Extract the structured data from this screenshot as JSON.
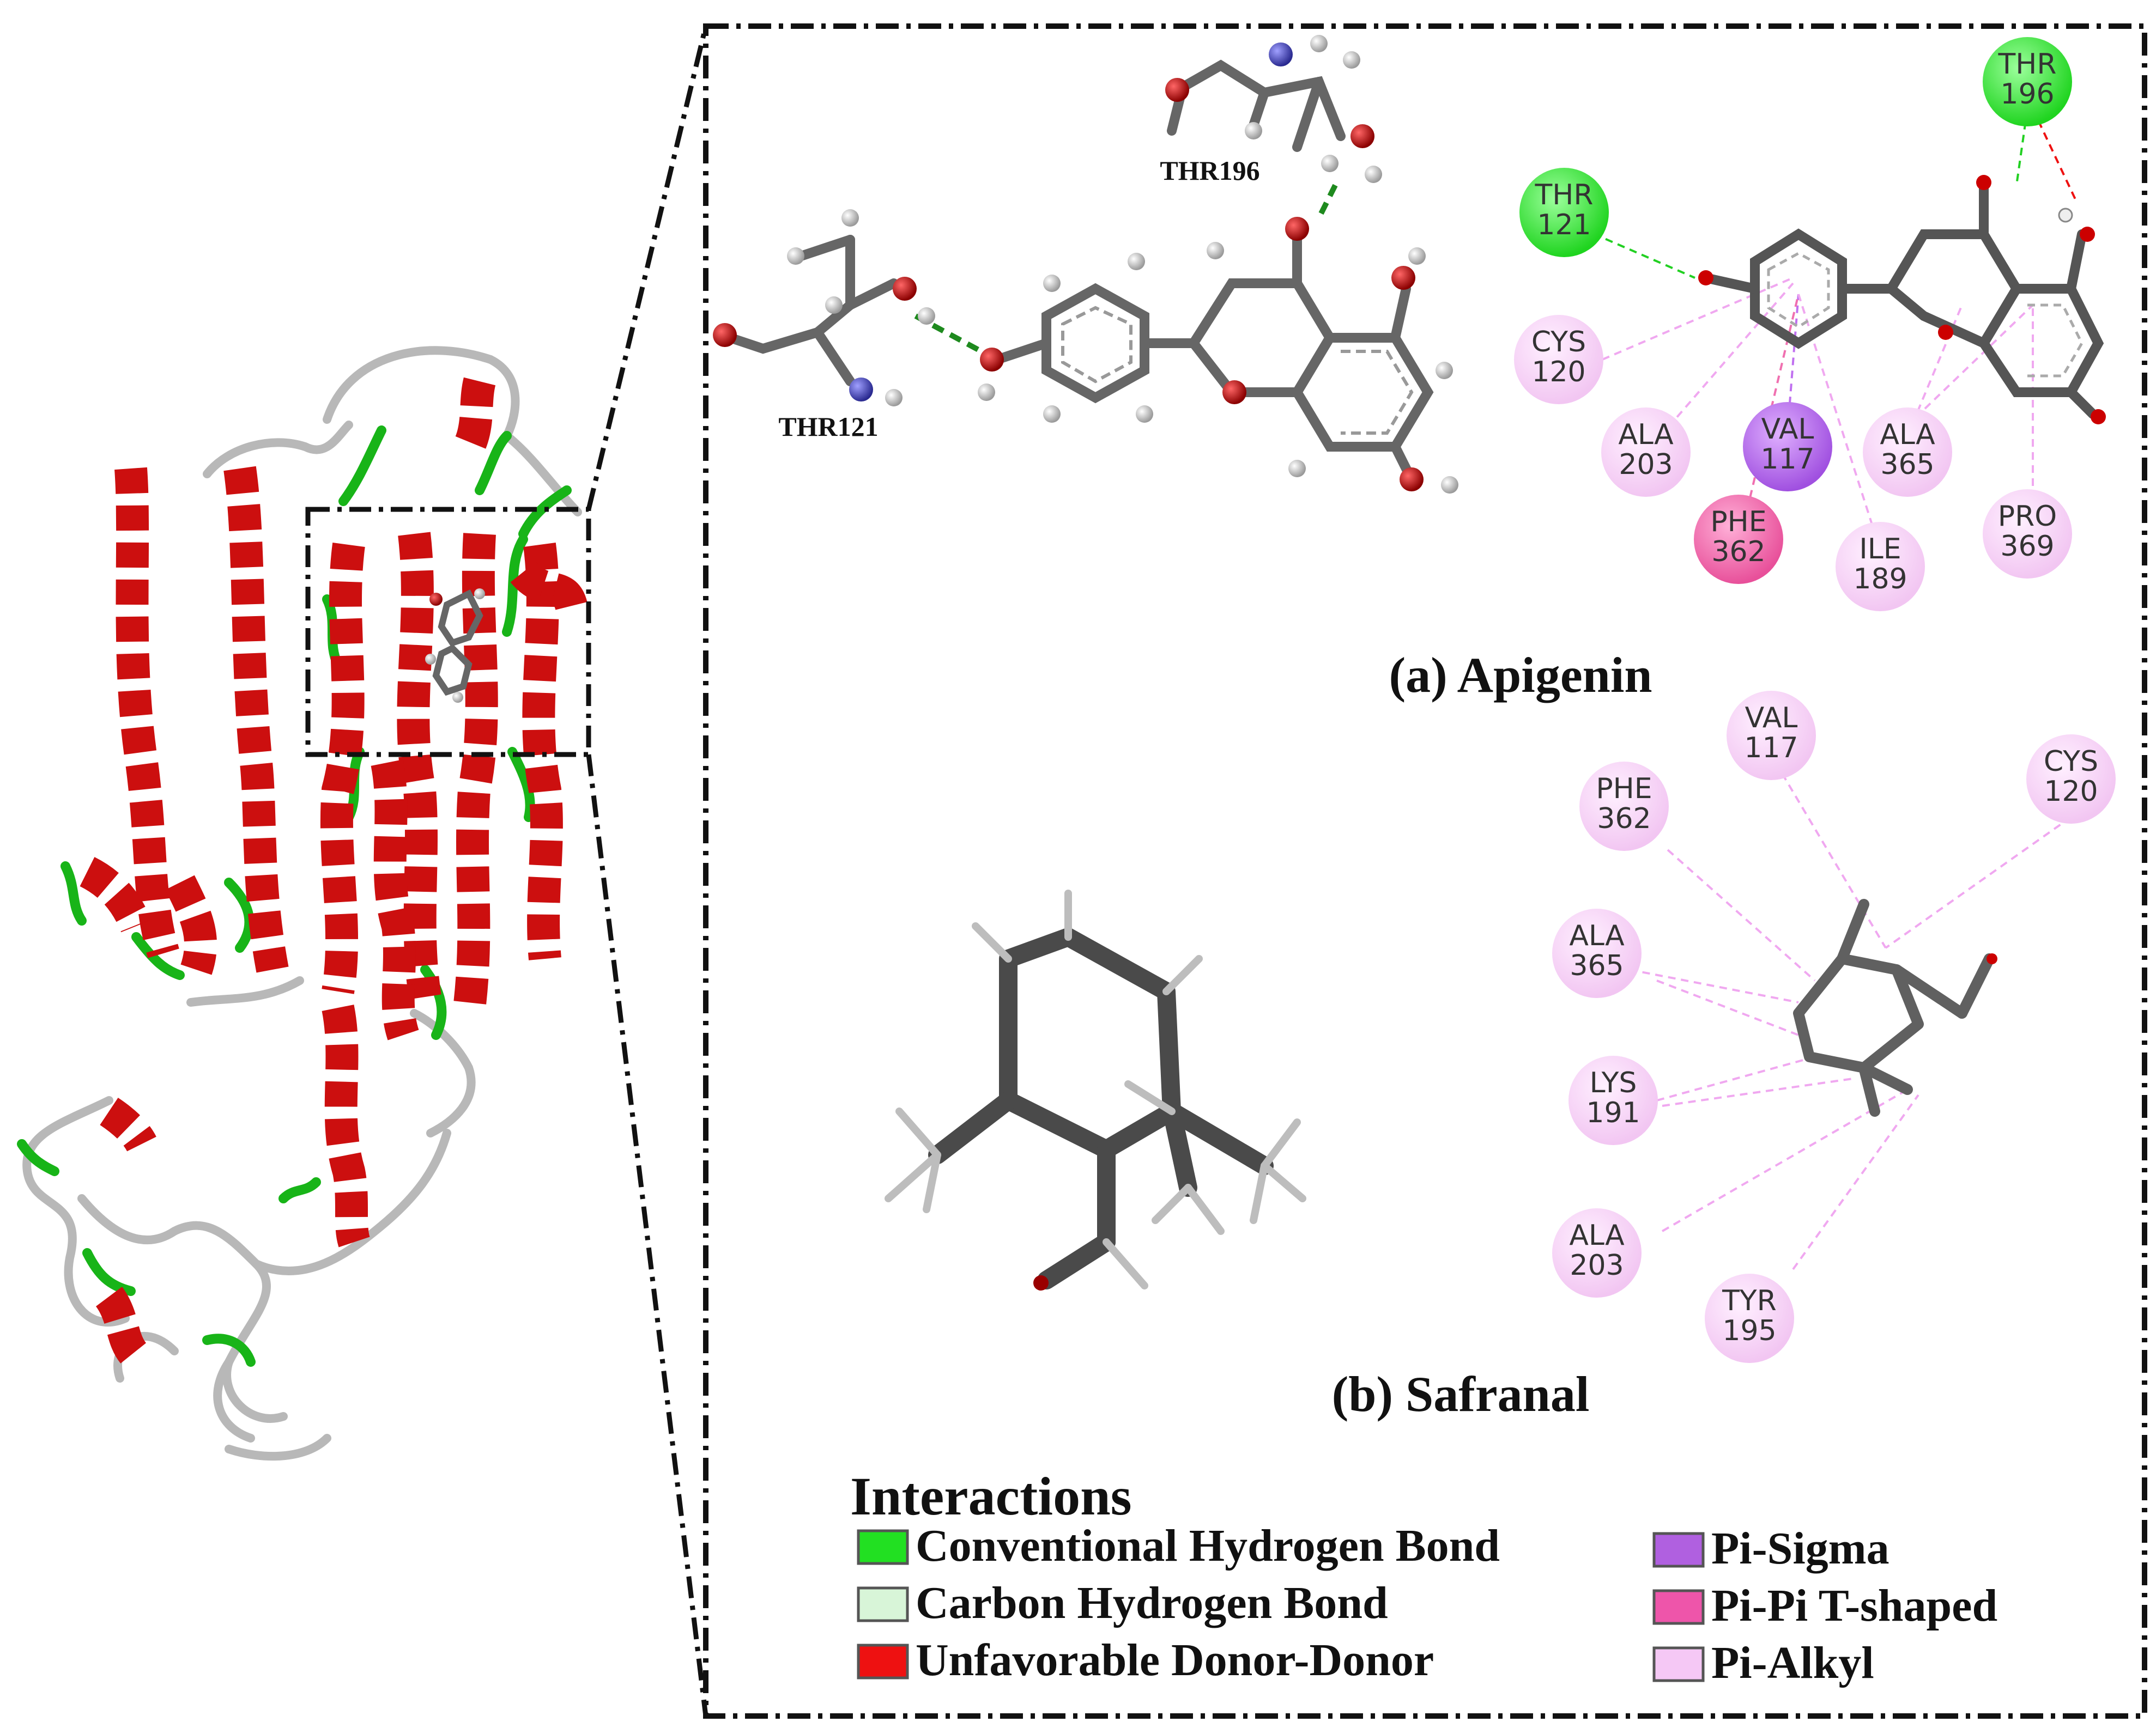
{
  "panels": {
    "a_title": "(a) Apigenin",
    "b_title": "(b) Safranal"
  },
  "labels_3d": {
    "thr196": "THR196",
    "thr121": "THR121"
  },
  "apigenin_residues": [
    {
      "name": "THR",
      "num": "196",
      "type": "conventional-hbond"
    },
    {
      "name": "THR",
      "num": "121",
      "type": "conventional-hbond"
    },
    {
      "name": "CYS",
      "num": "120",
      "type": "pi-alkyl"
    },
    {
      "name": "ALA",
      "num": "203",
      "type": "pi-alkyl"
    },
    {
      "name": "VAL",
      "num": "117",
      "type": "pi-sigma"
    },
    {
      "name": "ALA",
      "num": "365",
      "type": "pi-alkyl"
    },
    {
      "name": "PHE",
      "num": "362",
      "type": "pi-pi-t-shaped"
    },
    {
      "name": "ILE",
      "num": "189",
      "type": "pi-alkyl"
    },
    {
      "name": "PRO",
      "num": "369",
      "type": "pi-alkyl"
    }
  ],
  "safranal_residues": [
    {
      "name": "VAL",
      "num": "117",
      "type": "pi-alkyl"
    },
    {
      "name": "CYS",
      "num": "120",
      "type": "pi-alkyl"
    },
    {
      "name": "PHE",
      "num": "362",
      "type": "pi-alkyl"
    },
    {
      "name": "ALA",
      "num": "365",
      "type": "pi-alkyl"
    },
    {
      "name": "LYS",
      "num": "191",
      "type": "pi-alkyl"
    },
    {
      "name": "ALA",
      "num": "203",
      "type": "pi-alkyl"
    },
    {
      "name": "TYR",
      "num": "195",
      "type": "pi-alkyl"
    }
  ],
  "legend": {
    "title": "Interactions",
    "items": [
      {
        "label": "Conventional Hydrogen Bond",
        "color": "#22e022"
      },
      {
        "label": "Carbon Hydrogen Bond",
        "color": "#d8f5d8"
      },
      {
        "label": "Unfavorable Donor-Donor",
        "color": "#ee1111"
      },
      {
        "label": "Pi-Sigma",
        "color": "#b060e0"
      },
      {
        "label": "Pi-Pi T-shaped",
        "color": "#ee55aa"
      },
      {
        "label": "Pi-Alkyl",
        "color": "#f5c8f5"
      }
    ]
  }
}
